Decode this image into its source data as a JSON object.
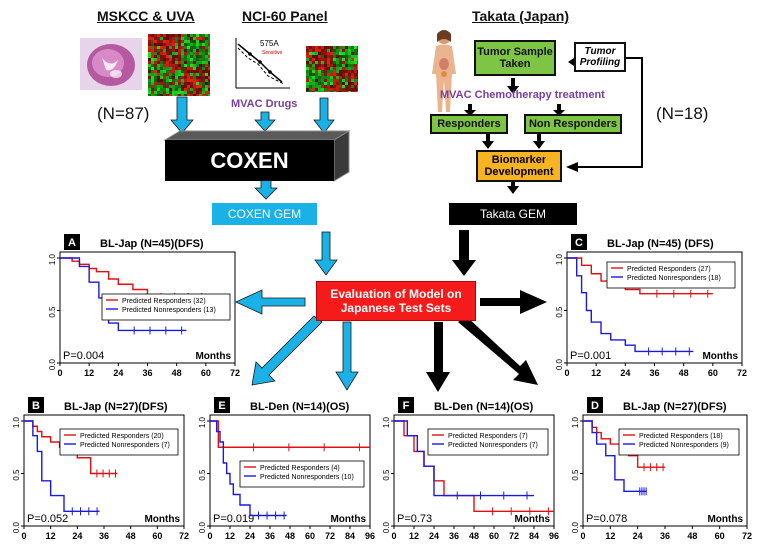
{
  "headers": {
    "mskcc": "MSKCC & UVA",
    "nci60": "NCI-60 Panel",
    "takata": "Takata (Japan)"
  },
  "sample_counts": {
    "left": "(N=87)",
    "right": "(N=18)"
  },
  "inset_plot": {
    "label": "575A",
    "sublabel": "Sensitive"
  },
  "mvac_drugs": "MVAC Drugs",
  "coxen": "COXEN",
  "coxen_gem": "COXEN GEM",
  "takata_gem": "Takata GEM",
  "flow": {
    "tumor_sample": "Tumor Sample Taken",
    "tumor_profiling": "Tumor Profiling",
    "mvac_treatment": "MVAC Chemotherapy treatment",
    "responders": "Responders",
    "non_responders": "Non Responders",
    "biomarker": "Biomarker Development"
  },
  "evaluation": "Evaluation of Model on Japanese Test Sets",
  "colors": {
    "cyan": "#1ab2e6",
    "green": "#7fc545",
    "orange": "#f7b320",
    "red": "#f51b1b",
    "purple": "#7b3fa0",
    "km_red": "#e01010",
    "km_blue": "#1a1adf"
  },
  "chart_data": [
    {
      "type": "line",
      "panel": "A",
      "title": "BL-Jap (N=45)(DFS)",
      "xlabel": "Months",
      "xticks": [
        "0",
        "12",
        "24",
        "36",
        "48",
        "60",
        "72"
      ],
      "yticks": [
        "0.0",
        "0.5",
        "1.0"
      ],
      "xlim": [
        0,
        72
      ],
      "ylim": [
        0,
        1
      ],
      "pvalue": "P=0.004",
      "series": [
        {
          "name": "Predicted Responders (32)",
          "color": "red",
          "x": [
            0,
            5,
            8,
            12,
            15,
            20,
            24,
            30,
            36,
            60
          ],
          "y": [
            1,
            0.97,
            0.94,
            0.9,
            0.87,
            0.8,
            0.75,
            0.7,
            0.63,
            0.63
          ]
        },
        {
          "name": "Predicted Nonresponders (13)",
          "color": "blue",
          "x": [
            0,
            8,
            12,
            16,
            20,
            24,
            52
          ],
          "y": [
            1,
            0.92,
            0.77,
            0.62,
            0.38,
            0.31,
            0.31
          ]
        }
      ]
    },
    {
      "type": "line",
      "panel": "C",
      "title": "BL-Jap (N=45) (DFS)",
      "xlabel": "Months",
      "xticks": [
        "0",
        "12",
        "24",
        "36",
        "48",
        "60",
        "72"
      ],
      "yticks": [
        "0.0",
        "0.5",
        "1.0"
      ],
      "xlim": [
        0,
        72
      ],
      "ylim": [
        0,
        1
      ],
      "pvalue": "P=0.001",
      "series": [
        {
          "name": "Predicted Responders (27)",
          "color": "red",
          "x": [
            0,
            6,
            10,
            14,
            18,
            24,
            30,
            60
          ],
          "y": [
            1,
            0.93,
            0.85,
            0.78,
            0.74,
            0.7,
            0.66,
            0.66
          ]
        },
        {
          "name": "Predicted Nonresponders (18)",
          "color": "blue",
          "x": [
            0,
            4,
            6,
            8,
            10,
            14,
            18,
            24,
            28,
            52
          ],
          "y": [
            1,
            0.83,
            0.67,
            0.5,
            0.39,
            0.28,
            0.22,
            0.17,
            0.11,
            0.11
          ]
        }
      ]
    },
    {
      "type": "line",
      "panel": "B",
      "title": "BL-Jap (N=27)(DFS)",
      "xlabel": "Months",
      "xticks": [
        "0",
        "12",
        "24",
        "36",
        "48",
        "60",
        "72"
      ],
      "yticks": [
        "0.0",
        "0.5",
        "1.0"
      ],
      "xlim": [
        0,
        72
      ],
      "ylim": [
        0,
        1
      ],
      "pvalue": "P=0.052",
      "series": [
        {
          "name": "Predicted Responders (20)",
          "color": "red",
          "x": [
            0,
            4,
            6,
            8,
            12,
            16,
            20,
            24,
            30,
            42
          ],
          "y": [
            1,
            0.95,
            0.9,
            0.85,
            0.8,
            0.75,
            0.7,
            0.65,
            0.5,
            0.5
          ]
        },
        {
          "name": "Predicted Nonresponders (7)",
          "color": "blue",
          "x": [
            0,
            4,
            6,
            8,
            12,
            18,
            34
          ],
          "y": [
            1,
            0.86,
            0.71,
            0.43,
            0.29,
            0.14,
            0.14
          ]
        }
      ]
    },
    {
      "type": "line",
      "panel": "E",
      "title": "BL-Den (N=14)(OS)",
      "xlabel": "Months",
      "xticks": [
        "0",
        "12",
        "24",
        "36",
        "48",
        "60",
        "72",
        "84",
        "96"
      ],
      "yticks": [
        "0.0",
        "0.5",
        "1.0"
      ],
      "xlim": [
        0,
        96
      ],
      "ylim": [
        0,
        1
      ],
      "pvalue": "P=0.019",
      "series": [
        {
          "name": "Predicted Responders (4)",
          "color": "red",
          "x": [
            0,
            5,
            96
          ],
          "y": [
            1,
            0.75,
            0.75
          ]
        },
        {
          "name": "Predicted Nonresponders (10)",
          "color": "blue",
          "x": [
            0,
            4,
            6,
            8,
            10,
            12,
            14,
            18,
            24,
            46
          ],
          "y": [
            1,
            0.9,
            0.8,
            0.6,
            0.5,
            0.4,
            0.3,
            0.2,
            0.1,
            0.1
          ]
        }
      ]
    },
    {
      "type": "line",
      "panel": "F",
      "title": "BL-Den (N=14)(OS)",
      "xlabel": "Months",
      "xticks": [
        "0",
        "12",
        "24",
        "36",
        "48",
        "60",
        "72",
        "84",
        "96"
      ],
      "yticks": [
        "0.0",
        "0.5",
        "1.0"
      ],
      "xlim": [
        0,
        96
      ],
      "ylim": [
        0,
        1
      ],
      "pvalue": "P=0.73",
      "series": [
        {
          "name": "Predicted Responders (7)",
          "color": "red",
          "x": [
            0,
            6,
            12,
            18,
            24,
            30,
            48,
            96
          ],
          "y": [
            1,
            0.86,
            0.71,
            0.57,
            0.43,
            0.29,
            0.14,
            0.14
          ]
        },
        {
          "name": "Predicted Nonresponders (7)",
          "color": "blue",
          "x": [
            0,
            8,
            14,
            18,
            24,
            84
          ],
          "y": [
            1,
            0.86,
            0.71,
            0.57,
            0.29,
            0.29
          ]
        }
      ]
    },
    {
      "type": "line",
      "panel": "D",
      "title": "BL-Jap (N=27)(DFS)",
      "xlabel": "Months",
      "xticks": [
        "0",
        "12",
        "24",
        "36",
        "48",
        "60",
        "72"
      ],
      "yticks": [
        "0.0",
        "0.5",
        "1.0"
      ],
      "xlim": [
        0,
        72
      ],
      "ylim": [
        0,
        1
      ],
      "pvalue": "P=0.078",
      "series": [
        {
          "name": "Predicted Responders (18)",
          "color": "red",
          "x": [
            0,
            4,
            6,
            8,
            12,
            16,
            20,
            24,
            36
          ],
          "y": [
            1,
            0.94,
            0.89,
            0.83,
            0.78,
            0.72,
            0.67,
            0.56,
            0.56
          ]
        },
        {
          "name": "Predicted Nonresponders (9)",
          "color": "blue",
          "x": [
            0,
            4,
            6,
            10,
            14,
            18,
            24,
            28
          ],
          "y": [
            1,
            0.89,
            0.78,
            0.67,
            0.44,
            0.33,
            0.33,
            0.33
          ]
        }
      ]
    }
  ]
}
